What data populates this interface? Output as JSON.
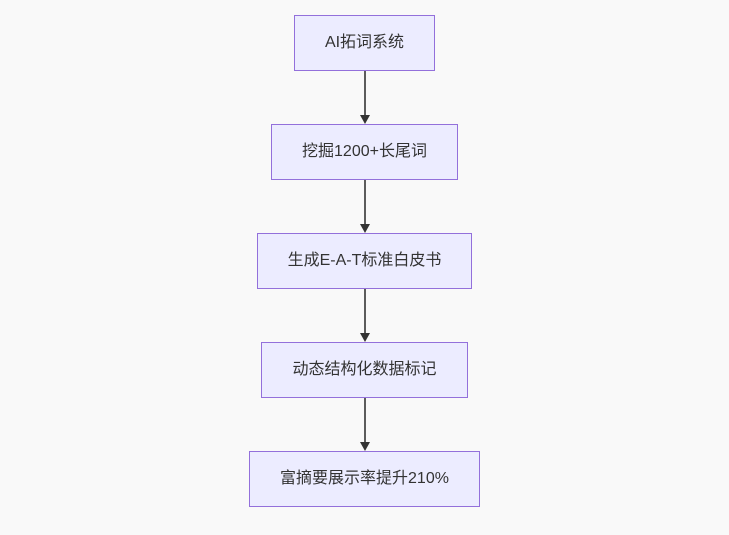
{
  "diagram": {
    "type": "flowchart-top-down",
    "colors": {
      "node-fill": "#ECECFF",
      "node-border": "#9370DB",
      "text-color": "#333333",
      "line-color": "#5c5c5c",
      "arrowhead-color": "#333333",
      "canvas-bg": "#f9f9f9"
    },
    "nodes": [
      {
        "id": "ai-keyword-system",
        "label": "AI拓词系统"
      },
      {
        "id": "mine-longtail-keywords",
        "label": "挖掘1200+长尾词"
      },
      {
        "id": "generate-eat-whitepaper",
        "label": "生成E-A-T标准白皮书"
      },
      {
        "id": "dynamic-structured-data-markup",
        "label": "动态结构化数据标记"
      },
      {
        "id": "rich-snippet-rate-up",
        "label": "富摘要展示率提升210%"
      }
    ],
    "edges": [
      {
        "from": "ai-keyword-system",
        "to": "mine-longtail-keywords"
      },
      {
        "from": "mine-longtail-keywords",
        "to": "generate-eat-whitepaper"
      },
      {
        "from": "generate-eat-whitepaper",
        "to": "dynamic-structured-data-markup"
      },
      {
        "from": "dynamic-structured-data-markup",
        "to": "rich-snippet-rate-up"
      }
    ]
  }
}
